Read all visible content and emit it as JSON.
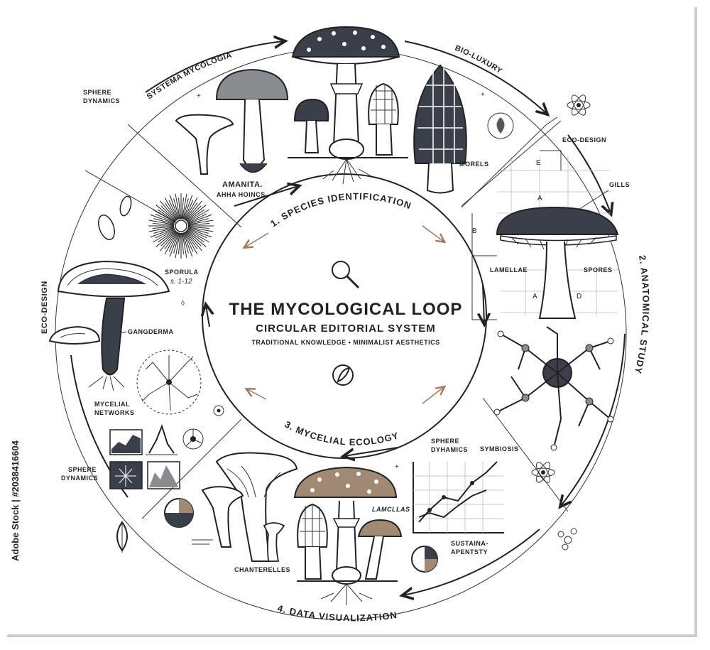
{
  "center": {
    "title": "THE MYCOLOGICAL LOOP",
    "subtitle": "CIRCULAR EDITORIAL SYSTEM",
    "tagline": "TRADITIONAL KNOWLEDGE • MINIMALIST AESTHETICS",
    "icons": [
      "magnifier-icon",
      "feather-icon"
    ]
  },
  "steps": {
    "s1": "1. SPECIES IDENTIFICATION",
    "s2": "2. ANATOMICAL STUDY",
    "s3": "3. MYCELIAL ECOLOGY",
    "s4": "4. DATA VISUALIZATION"
  },
  "arc_labels": {
    "systema": "SYSTEMA MYCOLOGIA",
    "bio": "BIO-LUXURY",
    "eco_left": "ECO-DESIGN"
  },
  "labels": {
    "sphere_top_1": "SPHERE",
    "sphere_top_2": "DYNAMICS",
    "amanita_1": "AMANITA.",
    "amanita_2": "AHHA HOINCS",
    "morels": "MORELS",
    "eco_right": "ECO-DESIGN",
    "gills": "GILLS",
    "lamellae": "LAMELLAE",
    "spores": "SPORES",
    "sporula": "SPORULA",
    "sporula_sub": "s. 1-12",
    "ganoderma": "GANGDERMA",
    "mycelial_1": "MYCELIAL",
    "mycelial_2": "NETWORKS",
    "sphere_left_1": "SPHERE",
    "sphere_left_2": "DYNAMICS",
    "sphere_right_1": "SPHERE",
    "sphere_right_2": "DYHAMICS",
    "symbiosis": "SYMBIOSIS",
    "lamellas": "LAMCLLAS",
    "sustain_1": "SUSTAINA-",
    "sustain_2": "APENTSTY",
    "chanterelles": "CHANTERELLES",
    "diag_a": "A",
    "diag_b": "B",
    "diag_d": "D",
    "diag_e": "E",
    "diag_a2": "A"
  },
  "watermark": "Adobe Stock | #2038416604",
  "colors": {
    "ink": "#222222",
    "cap_dark": "#3a3f4a",
    "cap_gray": "#8a8d8f",
    "cap_tan": "#a08a73",
    "arrow_tan": "#9c7a5e"
  }
}
